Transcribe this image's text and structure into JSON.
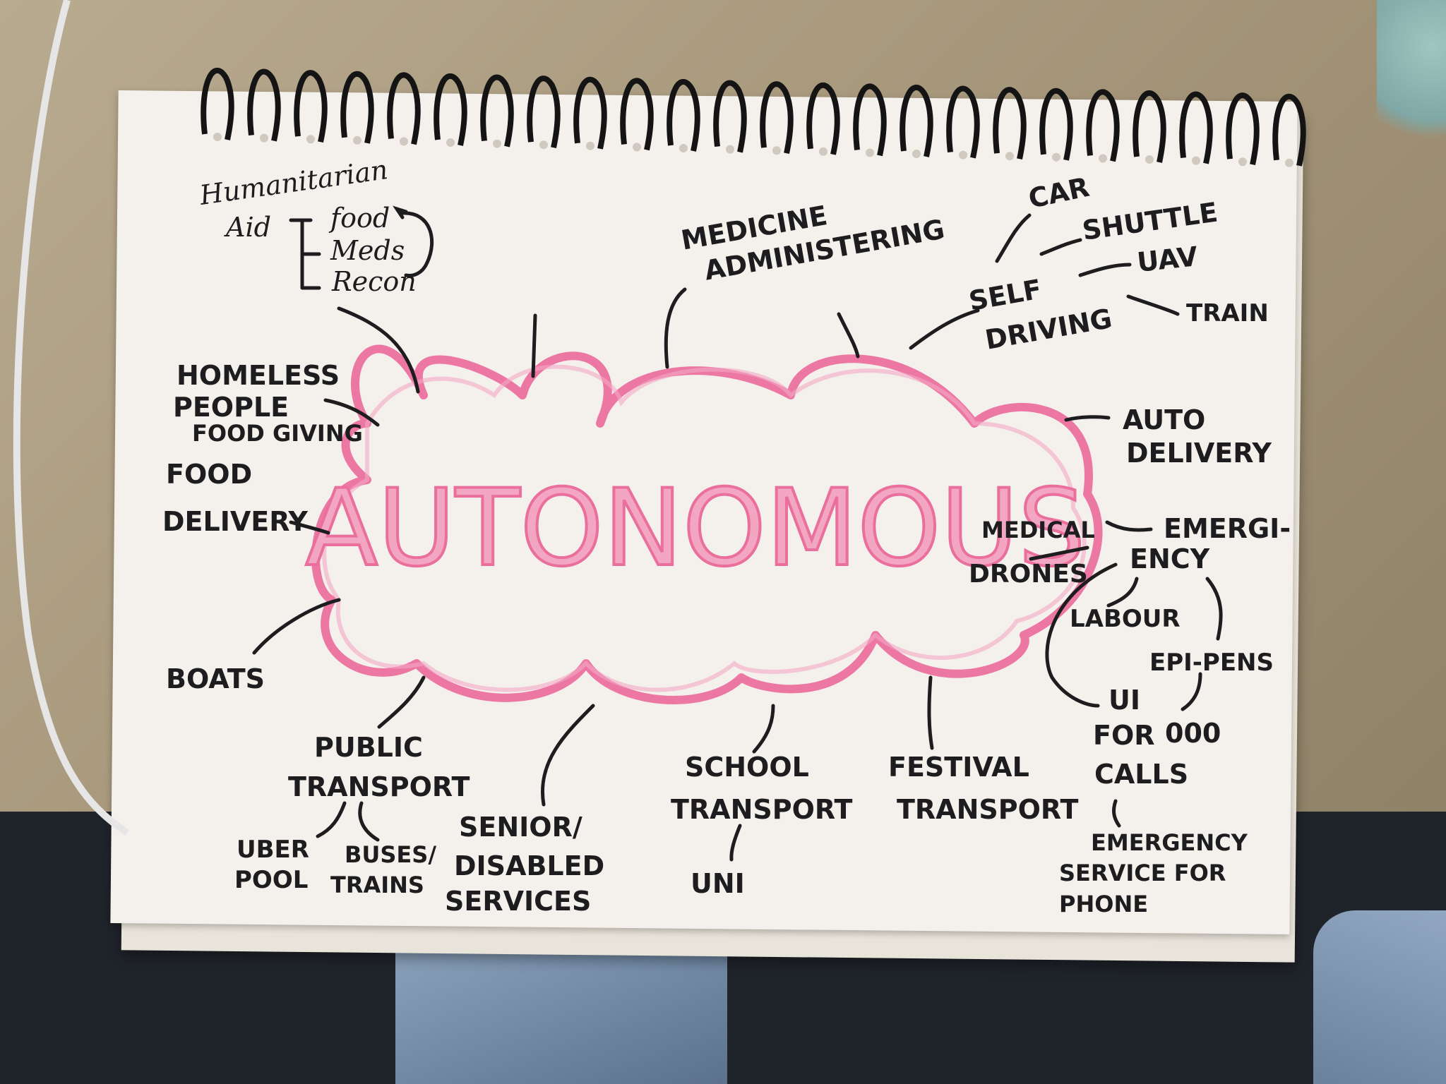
{
  "center": "AUTONOMOUS",
  "colors": {
    "cloud": "#ec77a3",
    "ink": "#1d1d1f",
    "paper": "#f4f1ec"
  },
  "branches": {
    "humanitarian": {
      "line1": "Humanitarian",
      "line2": "Aid",
      "items": [
        "food",
        "Meds",
        "Recon"
      ]
    },
    "medicine": {
      "line1": "MEDICINE",
      "line2": "ADMINISTERING"
    },
    "self_driving": {
      "line1": "SELF",
      "line2": "DRIVING",
      "items": [
        "CAR",
        "SHUTTLE",
        "UAV",
        "TRAIN"
      ]
    },
    "homeless": {
      "line1": "HOMELESS",
      "line2": "PEOPLE",
      "line3": "FOOD GIVING"
    },
    "food_delivery": {
      "line1": "FOOD",
      "line2": "DELIVERY"
    },
    "auto_delivery": {
      "line1": "AUTO",
      "line2": "DELIVERY"
    },
    "medical_drones": {
      "line1": "MEDICAL",
      "line2": "DRONES"
    },
    "emergency": {
      "line1": "EMERGI-",
      "line2": "ENCY",
      "items": [
        "LABOUR",
        "EPI-PENS",
        "000"
      ],
      "ui": [
        "UI",
        "FOR",
        "CALLS"
      ],
      "phone": [
        "EMERGENCY",
        "SERVICE FOR",
        "PHONE"
      ]
    },
    "boats": "BOATS",
    "public_transport": {
      "line1": "PUBLIC",
      "line2": "TRANSPORT",
      "uber": [
        "UBER",
        "POOL"
      ],
      "buses": [
        "BUSES/",
        "TRAINS"
      ]
    },
    "senior": {
      "line1": "SENIOR/",
      "line2": "DISABLED",
      "line3": "SERVICES"
    },
    "school": {
      "line1": "SCHOOL",
      "line2": "TRANSPORT",
      "sub": "UNI"
    },
    "festival": {
      "line1": "FESTIVAL",
      "line2": "TRANSPORT"
    }
  }
}
